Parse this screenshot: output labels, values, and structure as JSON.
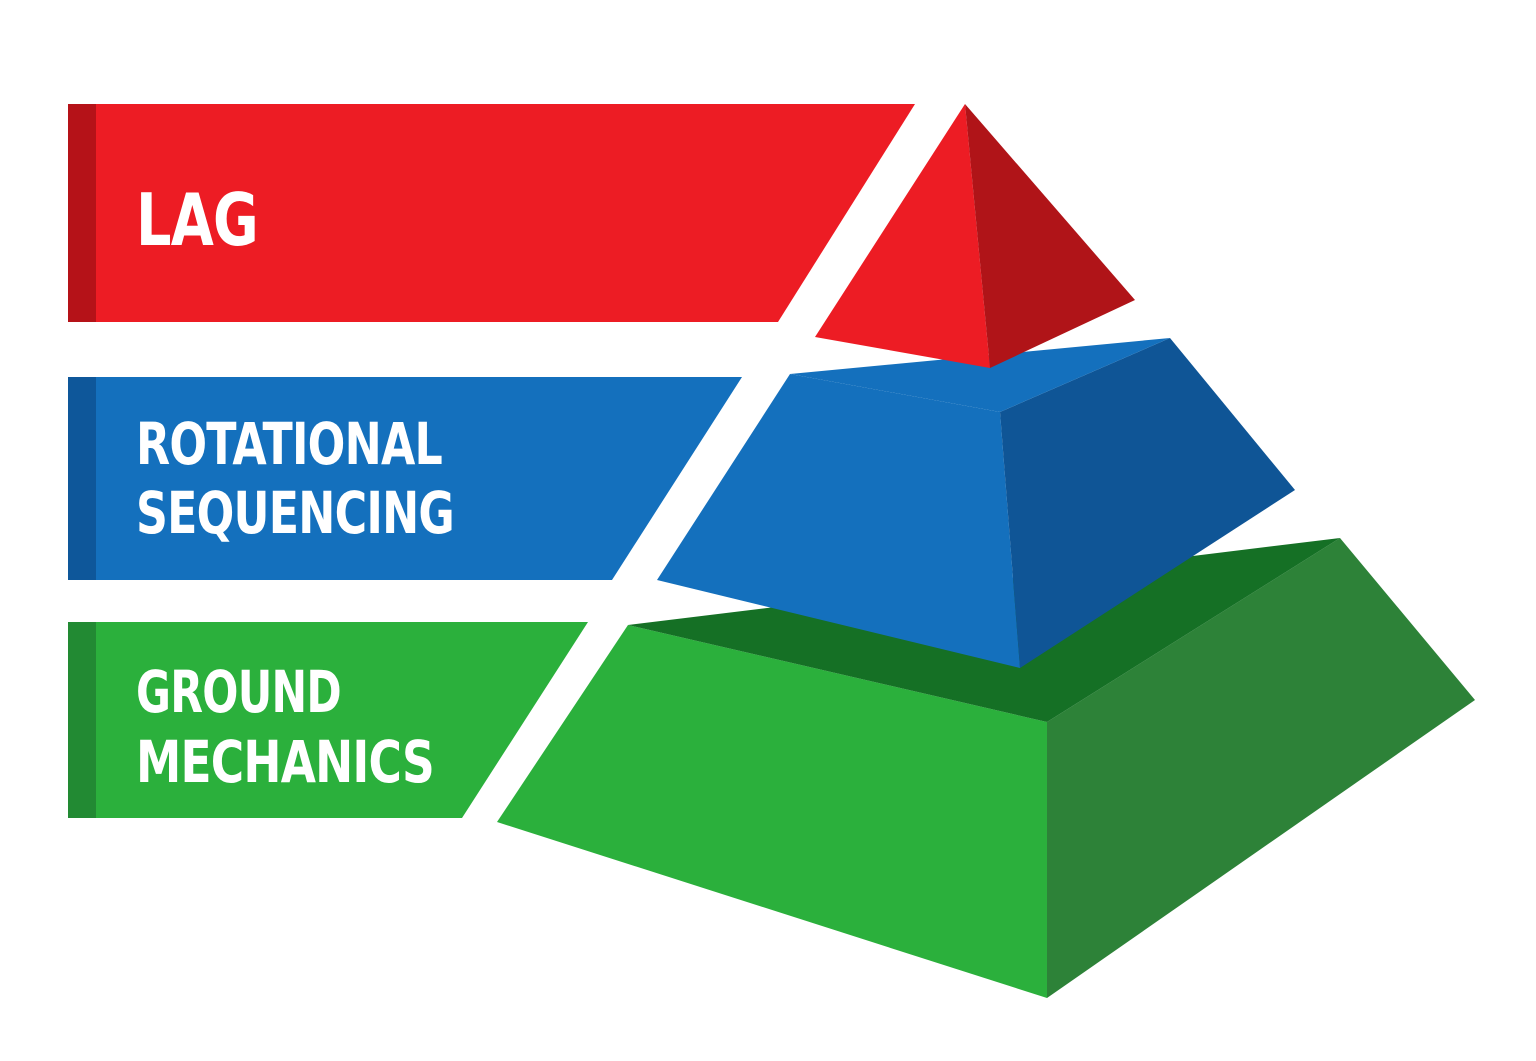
{
  "tiers": [
    {
      "id": "lag",
      "lines": [
        "LAG"
      ],
      "colors": {
        "front": "#ed1c24",
        "accent": "#b51218",
        "side": "#b01418",
        "top": "#ed1c24"
      }
    },
    {
      "id": "rotational-sequencing",
      "lines": [
        "ROTATIONAL",
        "SEQUENCING"
      ],
      "colors": {
        "front": "#1470bd",
        "accent": "#0e579a",
        "side": "#0f5596",
        "top": "#1470bd"
      }
    },
    {
      "id": "ground-mechanics",
      "lines": [
        "GROUND",
        "MECHANICS"
      ],
      "colors": {
        "front": "#2bb03c",
        "accent": "#228a33",
        "side": "#2d8238",
        "top": "#157025"
      }
    }
  ]
}
